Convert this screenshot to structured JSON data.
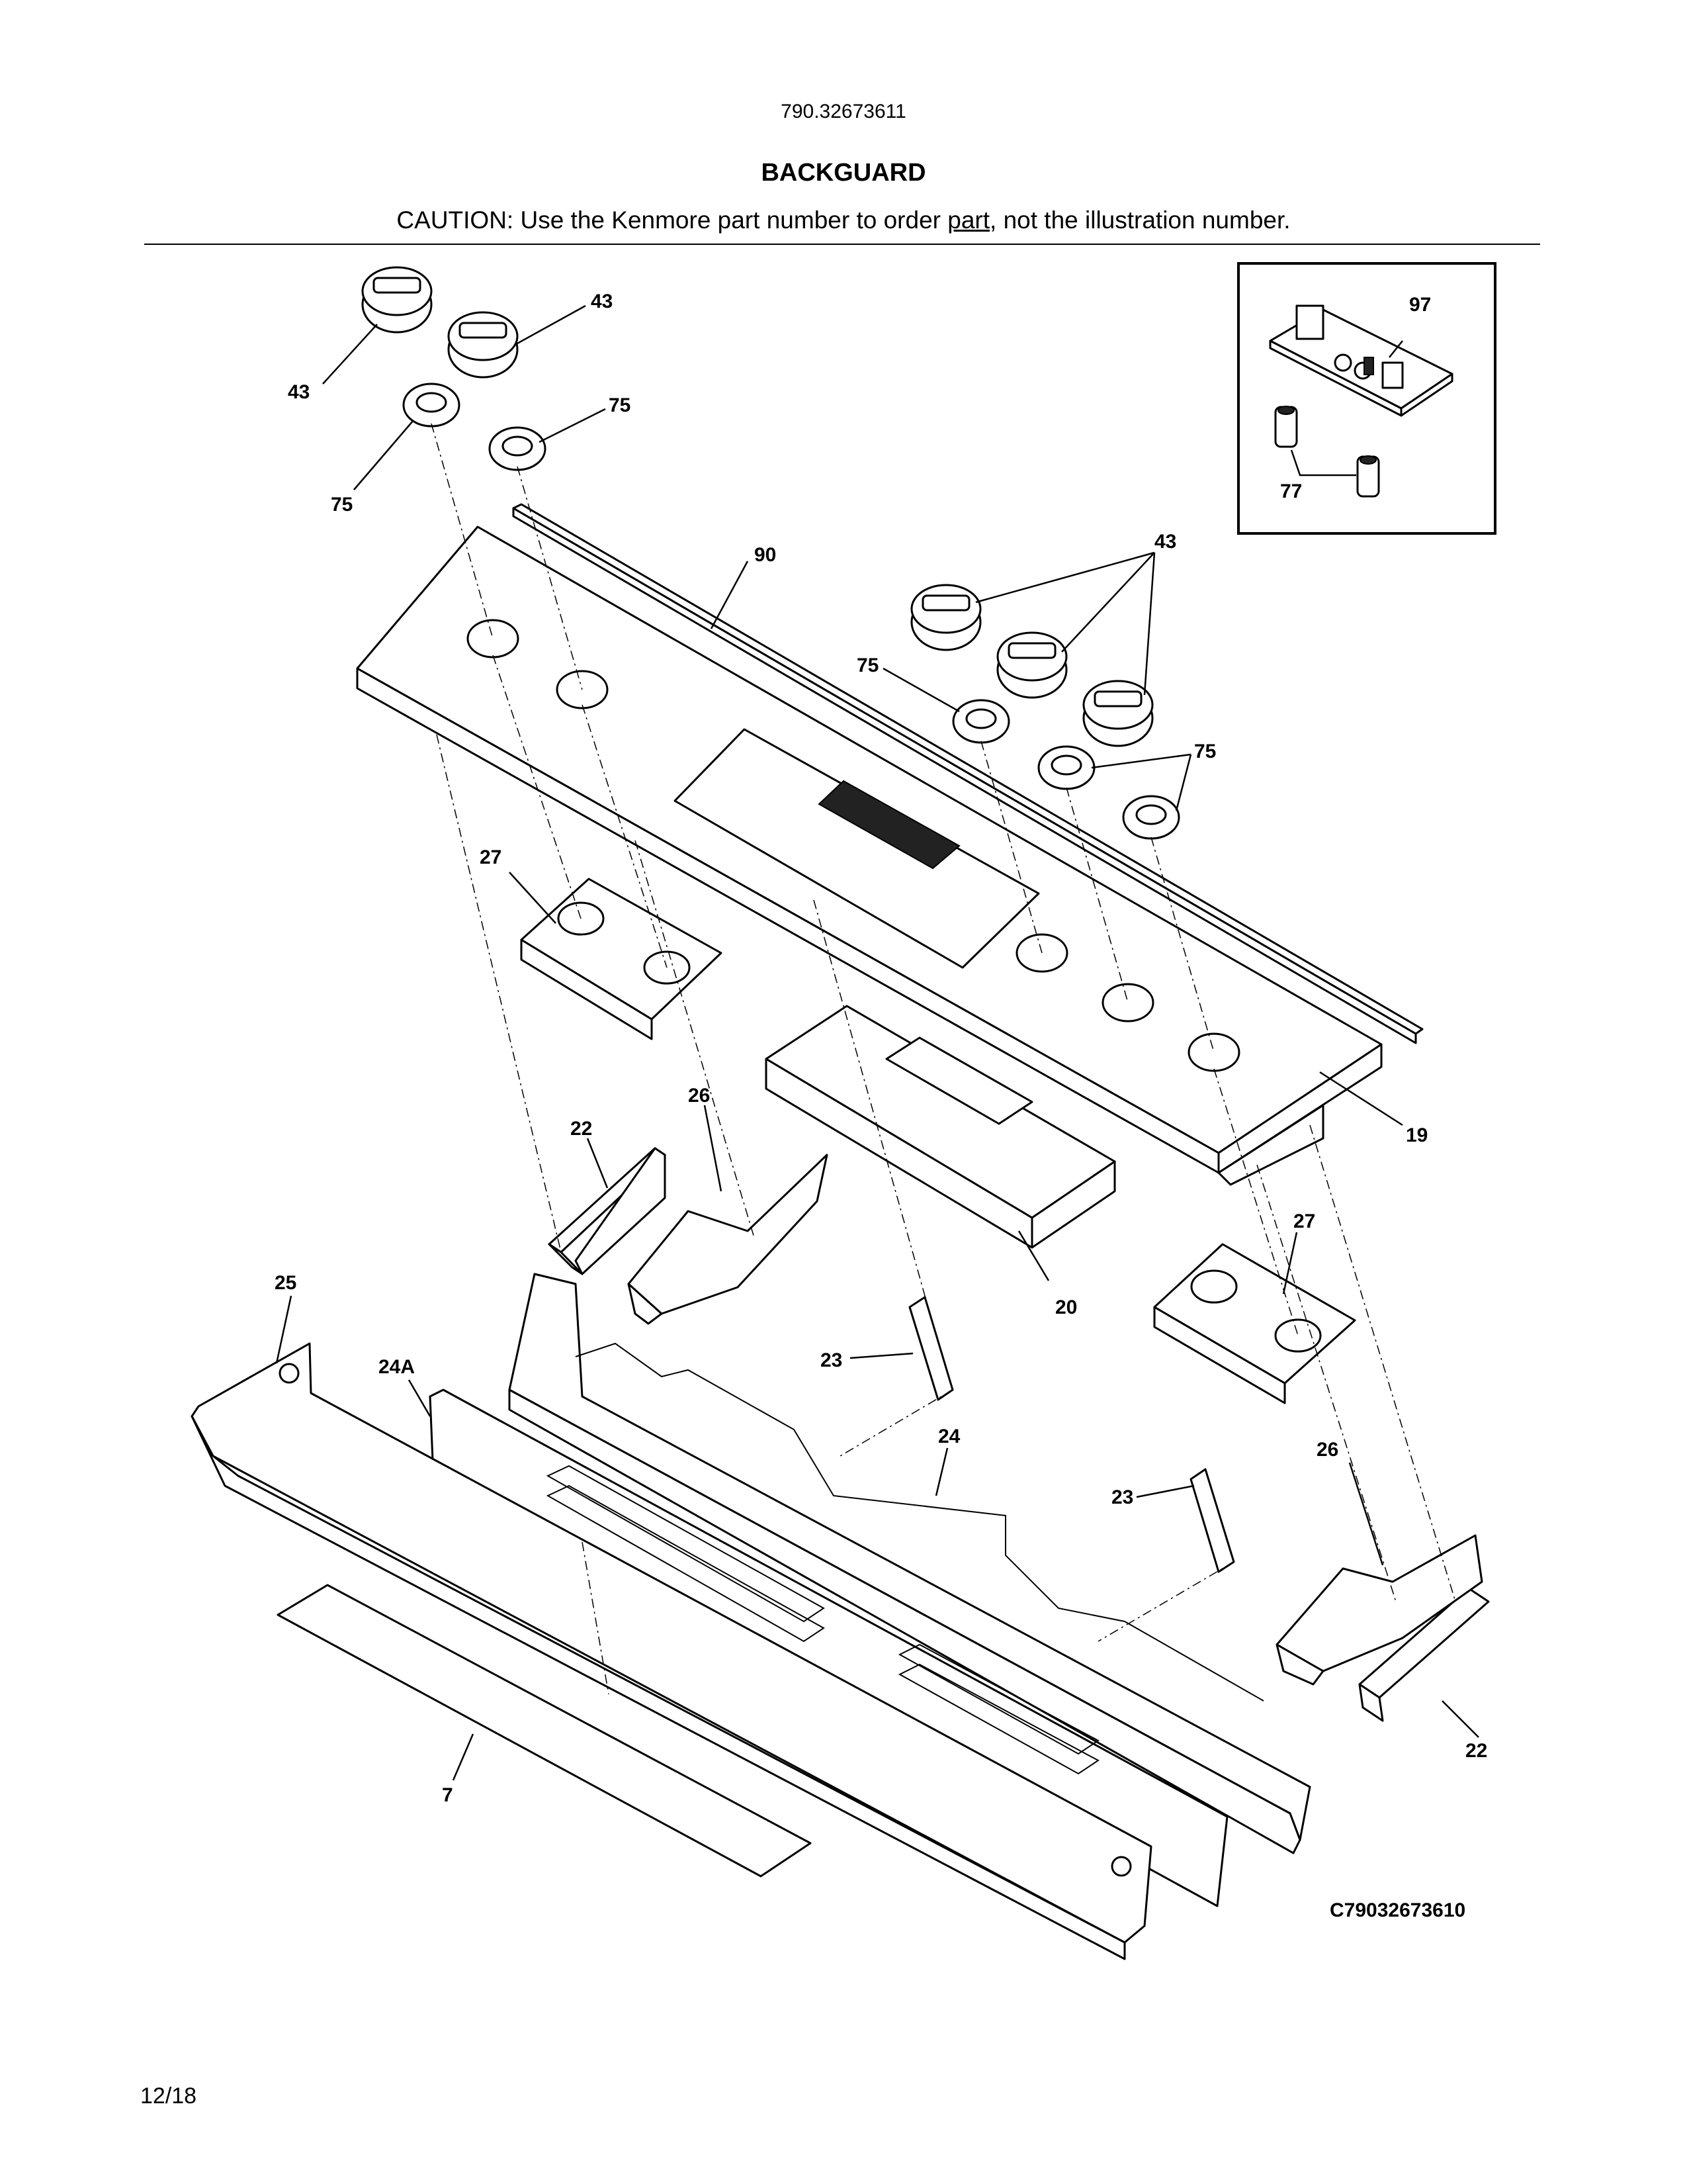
{
  "header": {
    "model_number": "790.32673611",
    "title": "BACKGUARD",
    "caution_before": "CAUTION: Use the Kenmore part number to order ",
    "caution_link": "part",
    "caution_after": ", not the illustration number."
  },
  "diagram": {
    "labels": {
      "knob_left_a": "43",
      "knob_left_b": "43",
      "grommet_left_a": "75",
      "grommet_left_b": "75",
      "end_cap": "90",
      "knobs_right": "43",
      "grommet_right_a": "75",
      "grommets_right": "75",
      "control_board": "97",
      "light_sockets": "77",
      "bracket_left": "27",
      "bracket_right": "27",
      "clip_left": "26",
      "clip_right": "26",
      "mount_left": "22",
      "mount_right": "22",
      "backguard_panel": "19",
      "electronic_control": "20",
      "trim_end": "25",
      "rear_panel": "24A",
      "main_panel": "24",
      "support_left": "23",
      "support_right": "23",
      "heat_shield": "7"
    }
  },
  "footer": {
    "figure_code": "C79032673610",
    "date": "12/18"
  }
}
